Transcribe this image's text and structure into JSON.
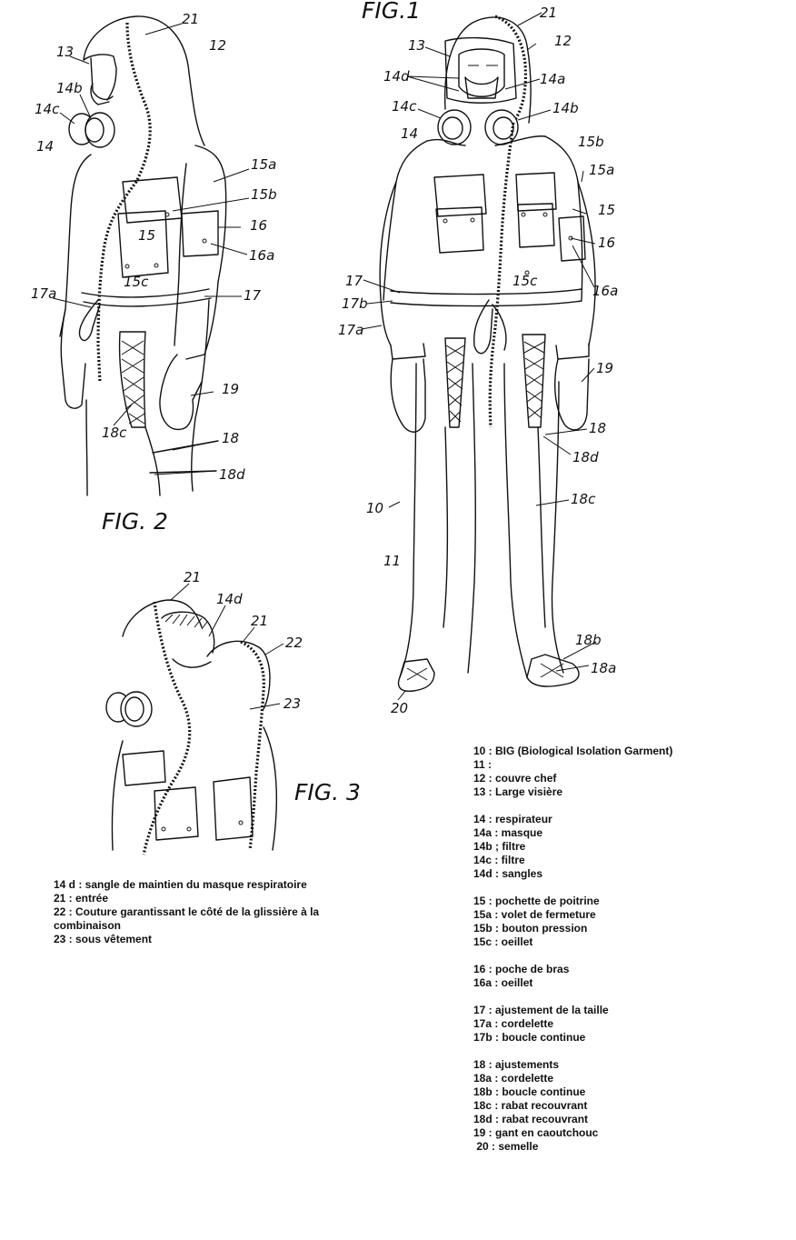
{
  "figures": {
    "fig1": "FIG.1",
    "fig2": "FIG. 2",
    "fig3": "FIG. 3"
  },
  "callouts": {
    "fig1": [
      "21",
      "12",
      "13",
      "14d",
      "14a",
      "14c",
      "14b",
      "14",
      "15b",
      "15a",
      "15",
      "16",
      "16a",
      "17",
      "17b",
      "15c",
      "17a",
      "19",
      "18",
      "18d",
      "18c",
      "10",
      "11",
      "18b",
      "18a",
      "20"
    ],
    "fig2": [
      "21",
      "12",
      "13",
      "14b",
      "14c",
      "14",
      "15a",
      "15b",
      "16",
      "15",
      "16a",
      "15c",
      "17a",
      "17",
      "19",
      "18c",
      "18",
      "18d"
    ],
    "fig3": [
      "21",
      "14d",
      "21",
      "22",
      "23"
    ]
  },
  "legend_right": [
    "10 : BIG (Biological Isolation Garment)",
    "11 :",
    "12 : couvre chef",
    "13 : Large visière",
    "",
    "14 : respirateur",
    "14a : masque",
    "14b ; filtre",
    "14c : filtre",
    "14d : sangles",
    "",
    "15 : pochette de poitrine",
    "15a : volet de fermeture",
    "15b : bouton pression",
    "15c : oeillet",
    "",
    "16 : poche de bras",
    "16a : oeillet",
    "",
    "17 : ajustement de la taille",
    "17a : cordelette",
    "17b : boucle continue",
    "",
    "18 : ajustements",
    "18a : cordelette",
    "18b : boucle continue",
    "18c : rabat recouvrant",
    "18d : rabat recouvrant",
    "19 : gant en caoutchouc",
    " 20 : semelle"
  ],
  "legend_left": [
    "14 d : sangle de maintien du masque respiratoire",
    "21 : entrée",
    "22 : Couture garantissant le côté de la  glissière à la combinaison",
    "23 : sous vêtement"
  ]
}
